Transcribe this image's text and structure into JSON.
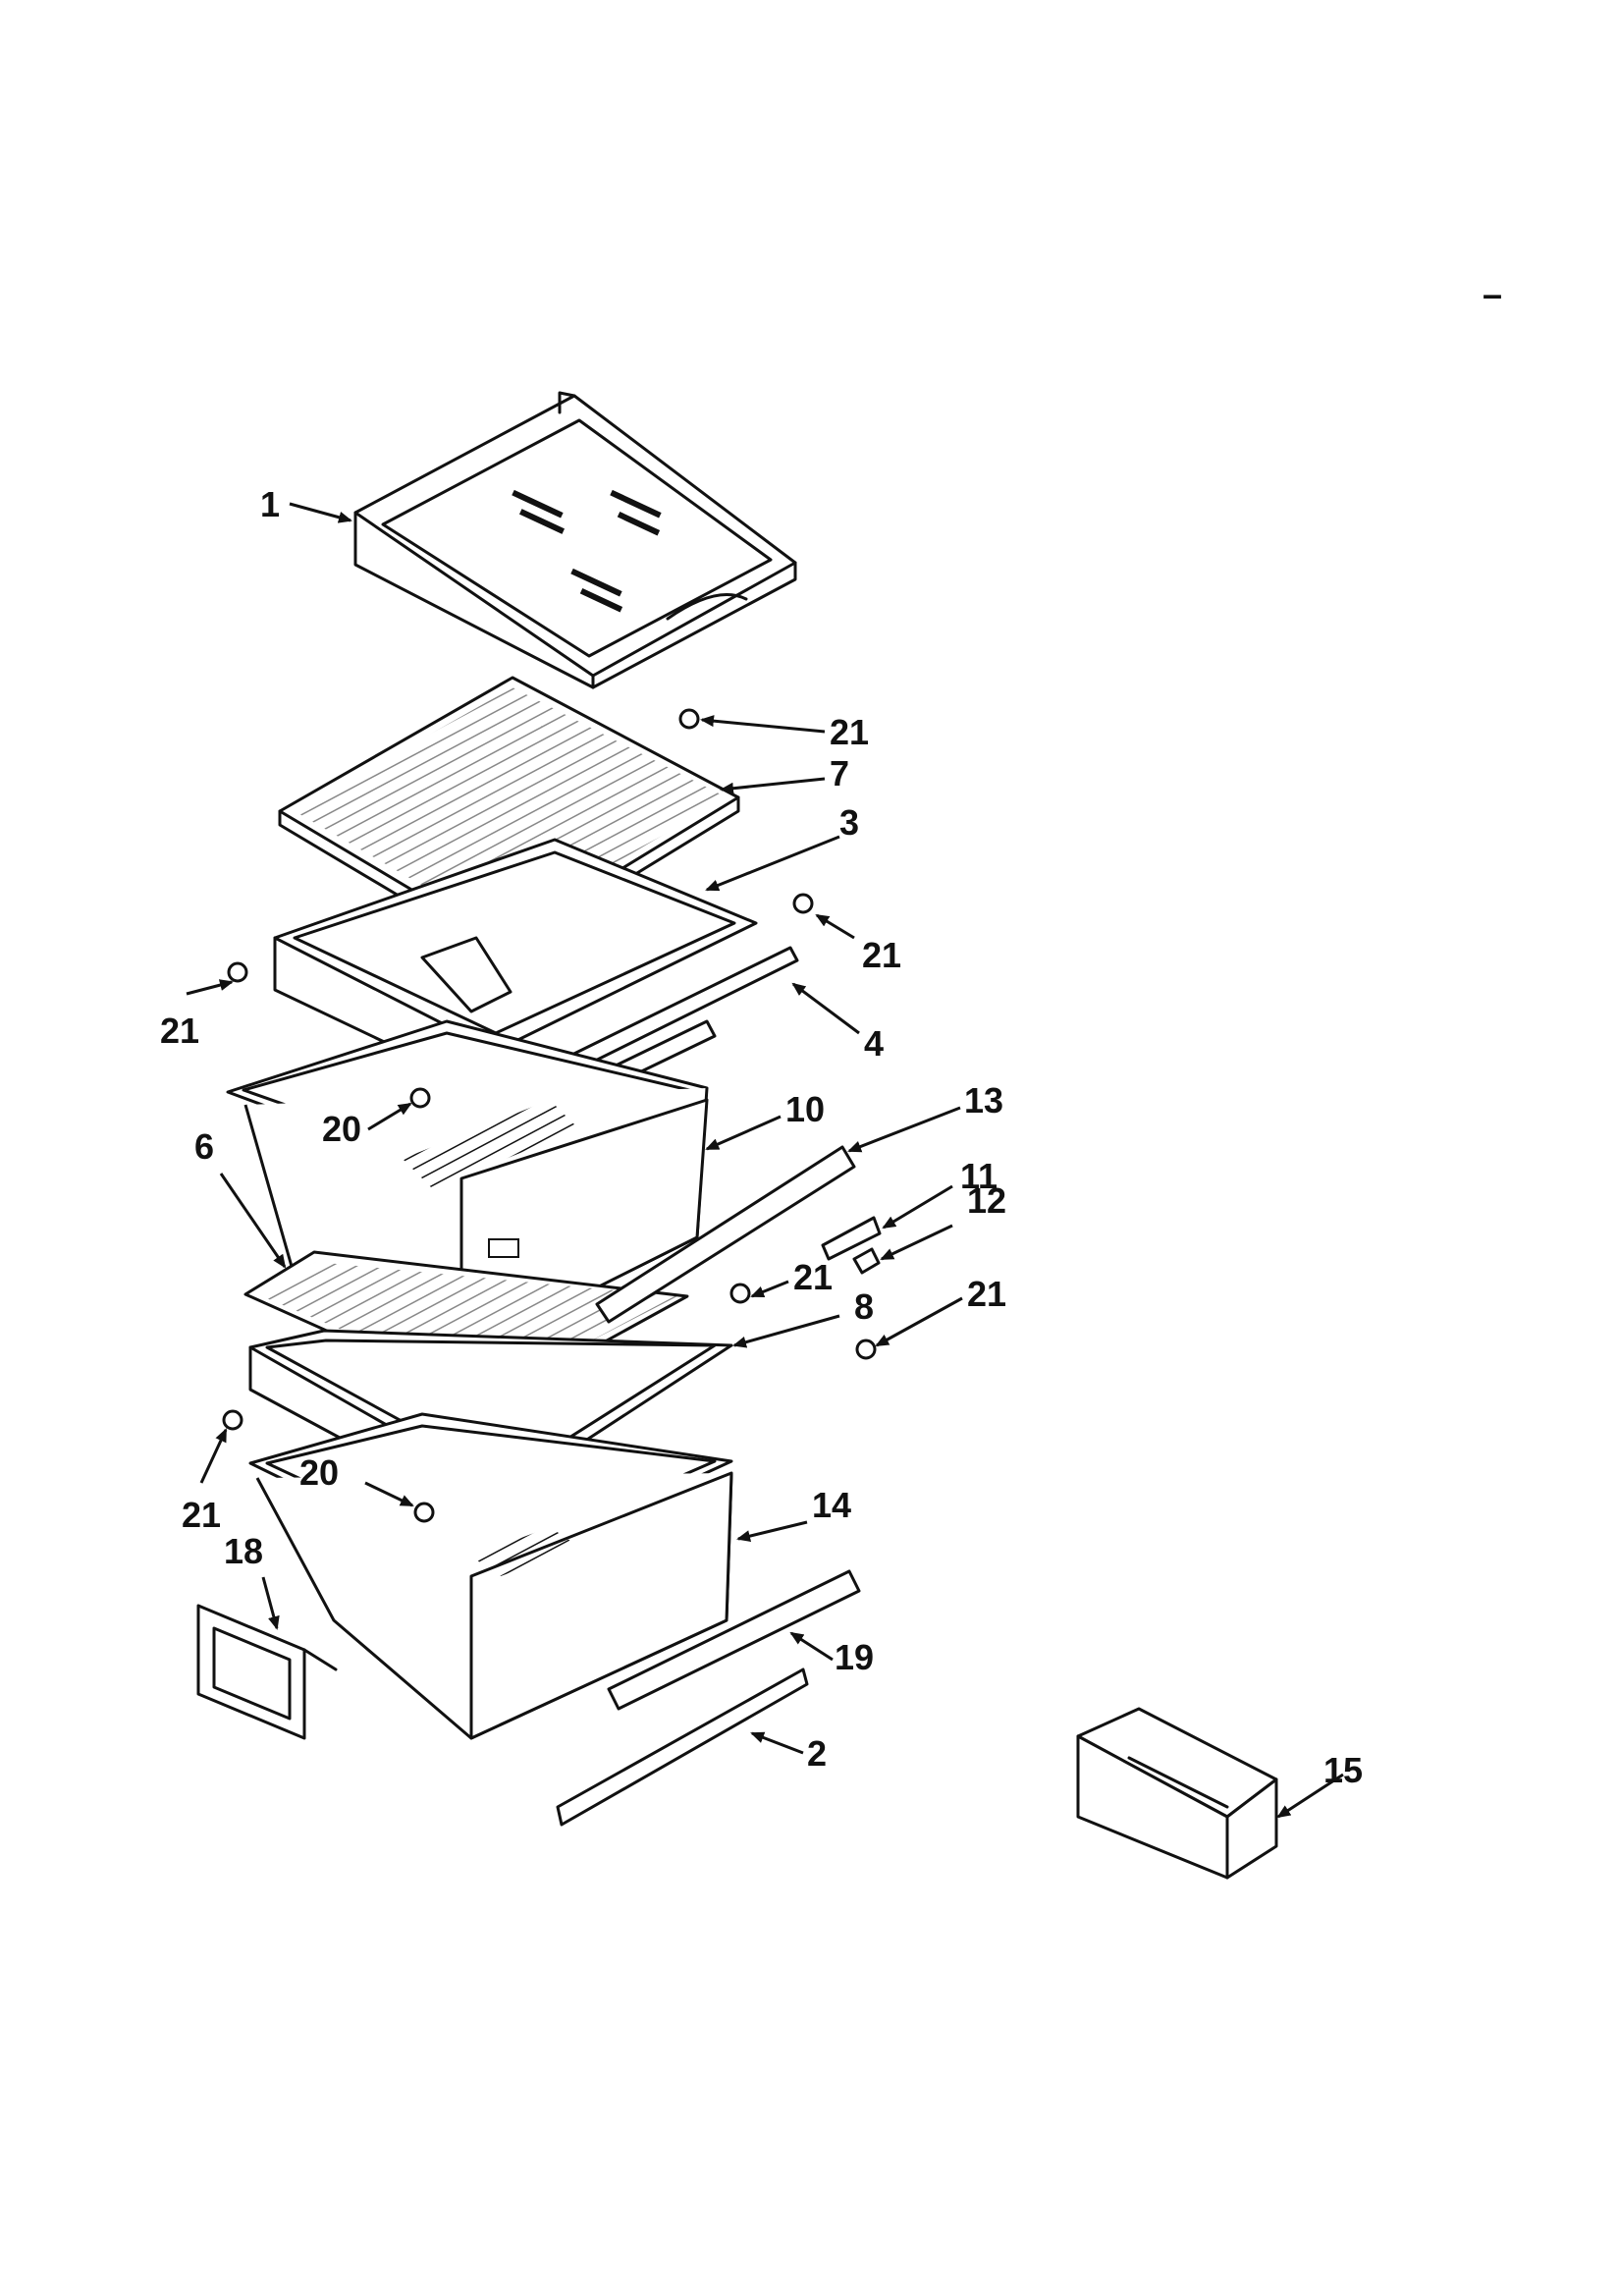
{
  "page_mark": "–",
  "callouts": [
    "1",
    "21",
    "7",
    "3",
    "21",
    "21",
    "4",
    "20",
    "10",
    "13",
    "6",
    "11",
    "12",
    "21",
    "8",
    "21",
    "20",
    "21",
    "14",
    "18",
    "19",
    "2",
    "15"
  ]
}
